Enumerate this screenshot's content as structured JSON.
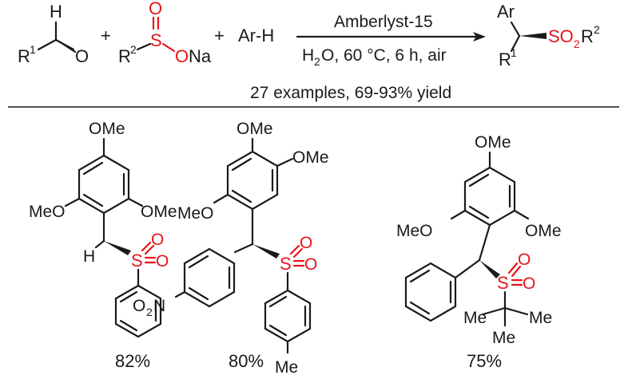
{
  "reaction": {
    "r1": "R",
    "r1_sup": "1",
    "o_aldehyde": "O",
    "h_aldehyde": "H",
    "plus": "+",
    "r2": "R",
    "r2_sup": "2",
    "s": "S",
    "o_sulfinate_top": "O",
    "o_sulfinate": "O",
    "na": "Na",
    "arh": "Ar-H",
    "catalyst": "Amberlyst-15",
    "conditions_a": "H",
    "conditions_sub": "2",
    "conditions_b": "O, 60 °C, 6 h, air",
    "product_ar": "Ar",
    "product_r1": "R",
    "product_r1_sup": "1",
    "product_so2": "SO",
    "product_so2_sub": "2",
    "product_r2": "R",
    "product_r2_sup": "2",
    "summary": "27 examples, 69-93% yield"
  },
  "examples": [
    {
      "yield": "82%",
      "ome_top": "OMe",
      "ome_left": "MeO",
      "ome_right": "OMe",
      "h": "H",
      "s": "S",
      "o1": "O",
      "o2": "O"
    },
    {
      "yield": "80%",
      "ome_top": "OMe",
      "ome_right": "OMe",
      "ome_left": "MeO",
      "s": "S",
      "o1": "O",
      "o2": "O",
      "o2n_o": "O",
      "o2n_sub": "2",
      "o2n_n": "N",
      "me": "Me"
    },
    {
      "yield": "75%",
      "ome_top": "OMe",
      "ome_left": "MeO",
      "ome_right": "OMe",
      "s": "S",
      "o1": "O",
      "o2": "O",
      "me1": "Me",
      "me2": "Me",
      "me3": "Me"
    }
  ]
}
